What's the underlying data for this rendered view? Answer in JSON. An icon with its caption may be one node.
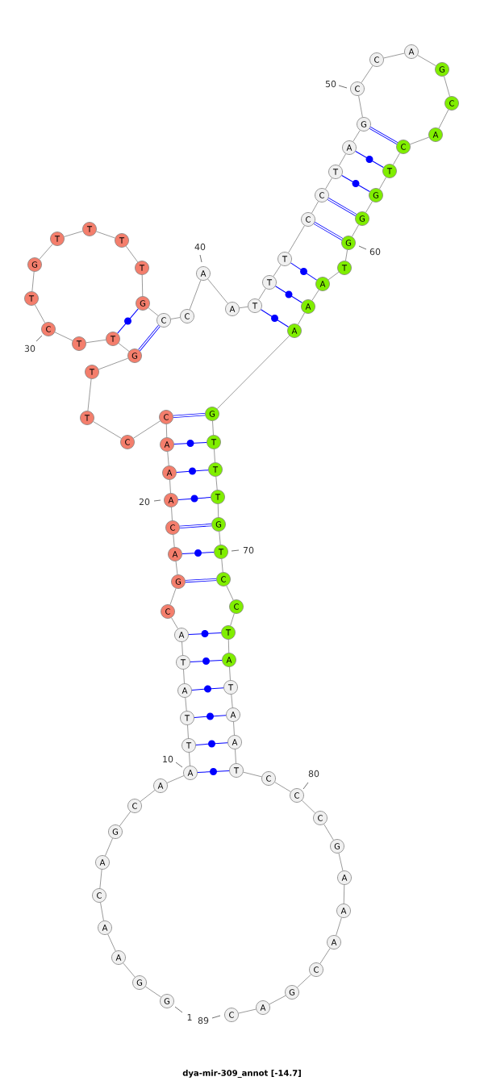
{
  "diagram": {
    "title": "dya-mir-309_annot [-14.7]",
    "nodes": [
      {
        "text": [
          "G"
        ],
        "beside": [
          "1"
        ]
      },
      {
        "text": [
          "G"
        ]
      },
      {
        "text": [
          "A"
        ]
      },
      {
        "text": [
          "A"
        ]
      },
      {
        "text": [
          "C"
        ]
      },
      {
        "text": [
          "A"
        ]
      },
      {
        "text": [
          "G"
        ]
      },
      {
        "text": [
          "C"
        ]
      },
      {
        "text": [
          "A"
        ]
      },
      {
        "text": [
          "A"
        ],
        "beside": [
          "10"
        ]
      },
      {
        "text": [
          "T"
        ]
      },
      {
        "text": [
          "T"
        ]
      },
      {
        "text": [
          "A"
        ]
      },
      {
        "text": [
          "T"
        ]
      },
      {
        "text": [
          "A"
        ]
      },
      {
        "text": [
          "C"
        ]
      },
      {
        "text": [
          "G"
        ]
      },
      {
        "text": [
          "A"
        ]
      },
      {
        "text": [
          "C"
        ]
      },
      {
        "text": [
          "A"
        ],
        "beside": [
          "20"
        ]
      },
      {
        "text": [
          "A"
        ]
      },
      {
        "text": [
          "A"
        ]
      },
      {
        "text": [
          "C"
        ]
      },
      {
        "text": [
          "C"
        ]
      },
      {
        "text": [
          "T"
        ]
      },
      {
        "text": [
          "T"
        ]
      },
      {
        "text": [
          "G"
        ]
      },
      {
        "text": [
          "T"
        ]
      },
      {
        "text": [
          "T"
        ]
      },
      {
        "text": [
          "C"
        ],
        "beside": [
          "30"
        ]
      },
      {
        "text": [
          "T"
        ]
      },
      {
        "text": [
          "G"
        ]
      },
      {
        "text": [
          "T"
        ]
      },
      {
        "text": [
          "T"
        ]
      },
      {
        "text": [
          "T"
        ]
      },
      {
        "text": [
          "T"
        ]
      },
      {
        "text": [
          "G"
        ]
      },
      {
        "text": [
          "C"
        ]
      },
      {
        "text": [
          "C"
        ]
      },
      {
        "text": [
          "A"
        ],
        "beside": [
          "40"
        ]
      },
      {
        "text": [
          "A"
        ]
      },
      {
        "text": [
          "T"
        ]
      },
      {
        "text": [
          "T"
        ]
      },
      {
        "text": [
          "T"
        ]
      },
      {
        "text": [
          "C"
        ]
      },
      {
        "text": [
          "C"
        ]
      },
      {
        "text": [
          "T"
        ]
      },
      {
        "text": [
          "A"
        ]
      },
      {
        "text": [
          "G"
        ]
      },
      {
        "text": [
          "C"
        ],
        "beside": [
          "50"
        ]
      },
      {
        "text": [
          "C"
        ]
      },
      {
        "text": [
          "A"
        ]
      },
      {
        "text": [
          "G"
        ]
      },
      {
        "text": [
          "C"
        ]
      },
      {
        "text": [
          "A"
        ]
      },
      {
        "text": [
          "C"
        ]
      },
      {
        "text": [
          "T"
        ]
      },
      {
        "text": [
          "G"
        ]
      },
      {
        "text": [
          "G"
        ]
      },
      {
        "text": [
          "G"
        ],
        "beside": [
          "60"
        ]
      },
      {
        "text": [
          "T"
        ]
      },
      {
        "text": [
          "A"
        ]
      },
      {
        "text": [
          "A"
        ]
      },
      {
        "text": [
          "A"
        ]
      },
      {
        "text": [
          "G"
        ]
      },
      {
        "text": [
          "T"
        ]
      },
      {
        "text": [
          "T"
        ]
      },
      {
        "text": [
          "T"
        ]
      },
      {
        "text": [
          "G"
        ]
      },
      {
        "text": [
          "T"
        ],
        "beside": [
          "70"
        ]
      },
      {
        "text": [
          "C"
        ]
      },
      {
        "text": [
          "C"
        ]
      },
      {
        "text": [
          "T"
        ]
      },
      {
        "text": [
          "A"
        ]
      },
      {
        "text": [
          "T"
        ]
      },
      {
        "text": [
          "A"
        ]
      },
      {
        "text": [
          "A"
        ]
      },
      {
        "text": [
          "T"
        ]
      },
      {
        "text": [
          "C"
        ]
      },
      {
        "text": [
          "C"
        ],
        "beside": [
          "80"
        ]
      },
      {
        "text": [
          "C"
        ]
      },
      {
        "text": [
          "G"
        ]
      },
      {
        "text": [
          "A"
        ]
      },
      {
        "text": [
          "A"
        ]
      },
      {
        "text": [
          "A"
        ]
      },
      {
        "text": [
          "C"
        ]
      },
      {
        "text": [
          "G"
        ]
      },
      {
        "text": [
          "A"
        ]
      },
      {
        "text": [
          "C"
        ],
        "beside": [
          "89"
        ]
      }
    ],
    "edges": [
      {
        "from": 0,
        "to": 1,
        "arrow": "none"
      },
      {
        "from": 1,
        "to": 2,
        "arrow": "none"
      },
      {
        "from": 2,
        "to": 3,
        "arrow": "none"
      },
      {
        "from": 3,
        "to": 4,
        "arrow": "none"
      },
      {
        "from": 4,
        "to": 5,
        "arrow": "none"
      },
      {
        "from": 5,
        "to": 6,
        "arrow": "none"
      },
      {
        "from": 6,
        "to": 7,
        "arrow": "none"
      },
      {
        "from": 7,
        "to": 8,
        "arrow": "none"
      },
      {
        "from": 8,
        "to": 9,
        "arrow": "none"
      },
      {
        "from": 9,
        "to": 10,
        "arrow": "none"
      },
      {
        "from": 10,
        "to": 11,
        "arrow": "none"
      },
      {
        "from": 11,
        "to": 12,
        "arrow": "none"
      },
      {
        "from": 12,
        "to": 13,
        "arrow": "none"
      },
      {
        "from": 13,
        "to": 14,
        "arrow": "none"
      },
      {
        "from": 14,
        "to": 15,
        "arrow": "none"
      },
      {
        "from": 15,
        "to": 16,
        "arrow": "none"
      },
      {
        "from": 16,
        "to": 17,
        "arrow": "none"
      },
      {
        "from": 17,
        "to": 18,
        "arrow": "none"
      },
      {
        "from": 18,
        "to": 19,
        "arrow": "none"
      },
      {
        "from": 19,
        "to": 20,
        "arrow": "none"
      },
      {
        "from": 20,
        "to": 21,
        "arrow": "none"
      },
      {
        "from": 21,
        "to": 22,
        "arrow": "none"
      },
      {
        "from": 22,
        "to": 23,
        "arrow": "none"
      },
      {
        "from": 23,
        "to": 24,
        "arrow": "none"
      },
      {
        "from": 24,
        "to": 25,
        "arrow": "none"
      },
      {
        "from": 25,
        "to": 26,
        "arrow": "none"
      },
      {
        "from": 26,
        "to": 27,
        "arrow": "none"
      },
      {
        "from": 27,
        "to": 28,
        "arrow": "none"
      },
      {
        "from": 28,
        "to": 29,
        "arrow": "none"
      },
      {
        "from": 29,
        "to": 30,
        "arrow": "none"
      },
      {
        "from": 30,
        "to": 31,
        "arrow": "none"
      },
      {
        "from": 31,
        "to": 32,
        "arrow": "none"
      },
      {
        "from": 32,
        "to": 33,
        "arrow": "none"
      },
      {
        "from": 33,
        "to": 34,
        "arrow": "none"
      },
      {
        "from": 34,
        "to": 35,
        "arrow": "none"
      },
      {
        "from": 35,
        "to": 36,
        "arrow": "none"
      },
      {
        "from": 36,
        "to": 37,
        "arrow": "none"
      },
      {
        "from": 37,
        "to": 38,
        "arrow": "none"
      },
      {
        "from": 38,
        "to": 39,
        "arrow": "none"
      },
      {
        "from": 39,
        "to": 40,
        "arrow": "none"
      },
      {
        "from": 40,
        "to": 41,
        "arrow": "none"
      },
      {
        "from": 41,
        "to": 42,
        "arrow": "none"
      },
      {
        "from": 42,
        "to": 43,
        "arrow": "none"
      },
      {
        "from": 43,
        "to": 44,
        "arrow": "none"
      },
      {
        "from": 44,
        "to": 45,
        "arrow": "none"
      },
      {
        "from": 45,
        "to": 46,
        "arrow": "none"
      },
      {
        "from": 46,
        "to": 47,
        "arrow": "none"
      },
      {
        "from": 47,
        "to": 48,
        "arrow": "none"
      },
      {
        "from": 48,
        "to": 49,
        "arrow": "none"
      },
      {
        "from": 49,
        "to": 50,
        "arrow": "none"
      },
      {
        "from": 50,
        "to": 51,
        "arrow": "none"
      },
      {
        "from": 51,
        "to": 52,
        "arrow": "none"
      },
      {
        "from": 52,
        "to": 53,
        "arrow": "none"
      },
      {
        "from": 53,
        "to": 54,
        "arrow": "none"
      },
      {
        "from": 54,
        "to": 55,
        "arrow": "none"
      },
      {
        "from": 55,
        "to": 56,
        "arrow": "none"
      },
      {
        "from": 56,
        "to": 57,
        "arrow": "none"
      },
      {
        "from": 57,
        "to": 58,
        "arrow": "none"
      },
      {
        "from": 58,
        "to": 59,
        "arrow": "none"
      },
      {
        "from": 59,
        "to": 60,
        "arrow": "none"
      },
      {
        "from": 60,
        "to": 61,
        "arrow": "none"
      },
      {
        "from": 61,
        "to": 62,
        "arrow": "none"
      },
      {
        "from": 62,
        "to": 63,
        "arrow": "none"
      },
      {
        "from": 63,
        "to": 64,
        "arrow": "none"
      },
      {
        "from": 64,
        "to": 65,
        "arrow": "none"
      },
      {
        "from": 65,
        "to": 66,
        "arrow": "none"
      },
      {
        "from": 66,
        "to": 67,
        "arrow": "none"
      },
      {
        "from": 67,
        "to": 68,
        "arrow": "none"
      },
      {
        "from": 68,
        "to": 69,
        "arrow": "none"
      },
      {
        "from": 69,
        "to": 70,
        "arrow": "none"
      },
      {
        "from": 70,
        "to": 71,
        "arrow": "none"
      },
      {
        "from": 71,
        "to": 72,
        "arrow": "none"
      },
      {
        "from": 72,
        "to": 73,
        "arrow": "none"
      },
      {
        "from": 73,
        "to": 74,
        "arrow": "none"
      },
      {
        "from": 74,
        "to": 75,
        "arrow": "none"
      },
      {
        "from": 75,
        "to": 76,
        "arrow": "none"
      },
      {
        "from": 76,
        "to": 77,
        "arrow": "none"
      },
      {
        "from": 77,
        "to": 78,
        "arrow": "none"
      },
      {
        "from": 78,
        "to": 79,
        "arrow": "none"
      },
      {
        "from": 79,
        "to": 80,
        "arrow": "none"
      },
      {
        "from": 80,
        "to": 81,
        "arrow": "none"
      },
      {
        "from": 81,
        "to": 82,
        "arrow": "none"
      },
      {
        "from": 82,
        "to": 83,
        "arrow": "none"
      },
      {
        "from": 83,
        "to": 84,
        "arrow": "none"
      },
      {
        "from": 84,
        "to": 85,
        "arrow": "none"
      },
      {
        "from": 85,
        "to": 86,
        "arrow": "none"
      },
      {
        "from": 86,
        "to": 87,
        "arrow": "none"
      },
      {
        "from": 87,
        "to": 88,
        "arrow": "none"
      },
      {
        "from": 9,
        "to": 77,
        "arrow": "none",
        "color": "#0000ff"
      },
      {
        "from": 10,
        "to": 76,
        "arrow": "none",
        "color": "#0000ff"
      },
      {
        "from": 11,
        "to": 75,
        "arrow": "none",
        "color": "#0000ff"
      },
      {
        "from": 12,
        "to": 74,
        "arrow": "none",
        "color": "#0000ff"
      },
      {
        "from": 13,
        "to": 73,
        "arrow": "none",
        "color": "#0000ff"
      },
      {
        "from": 14,
        "to": 72,
        "arrow": "none",
        "color": "#0000ff"
      },
      {
        "from": 16,
        "to": 70,
        "arrow": "none",
        "style": "thick",
        "color": "#0000ff"
      },
      {
        "from": 17,
        "to": 69,
        "arrow": "none",
        "color": "#0000ff"
      },
      {
        "from": 18,
        "to": 68,
        "arrow": "none",
        "style": "thick",
        "color": "#0000ff"
      },
      {
        "from": 19,
        "to": 67,
        "arrow": "none",
        "color": "#0000ff"
      },
      {
        "from": 20,
        "to": 66,
        "arrow": "none",
        "color": "#0000ff"
      },
      {
        "from": 21,
        "to": 65,
        "arrow": "none",
        "color": "#0000ff"
      },
      {
        "from": 22,
        "to": 64,
        "arrow": "none",
        "style": "thick",
        "color": "#0000ff"
      },
      {
        "from": 26,
        "to": 37,
        "arrow": "none",
        "style": "thick",
        "color": "#0000ff"
      },
      {
        "from": 27,
        "to": 36,
        "arrow": "none",
        "color": "#0000ff"
      },
      {
        "from": 41,
        "to": 63,
        "arrow": "none",
        "color": "#0000ff"
      },
      {
        "from": 42,
        "to": 62,
        "arrow": "none",
        "color": "#0000ff"
      },
      {
        "from": 43,
        "to": 61,
        "arrow": "none",
        "color": "#0000ff"
      },
      {
        "from": 44,
        "to": 59,
        "arrow": "none",
        "style": "thick",
        "color": "#0000ff"
      },
      {
        "from": 45,
        "to": 58,
        "arrow": "none",
        "style": "thick",
        "color": "#0000ff"
      },
      {
        "from": 46,
        "to": 57,
        "arrow": "none",
        "color": "#0000ff"
      },
      {
        "from": 47,
        "to": 56,
        "arrow": "none",
        "color": "#0000ff"
      },
      {
        "from": 48,
        "to": 55,
        "arrow": "none",
        "style": "thick",
        "color": "#0000ff"
      }
    ]
  }
}
